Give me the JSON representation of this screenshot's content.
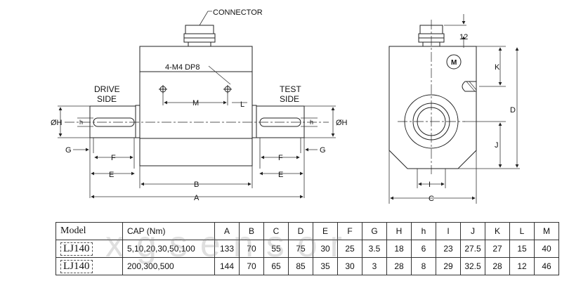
{
  "labels": {
    "connector": "CONNECTOR",
    "mounting": "4-M4 DP8",
    "drive_side_line1": "DRIVE",
    "drive_side_line2": "SIDE",
    "test_side_line1": "TEST",
    "test_side_line2": "SIDE",
    "motor_symbol": "M",
    "dim_12": "12"
  },
  "dimension_letters": {
    "A": "A",
    "B": "B",
    "C": "C",
    "D": "D",
    "E": "E",
    "F": "F",
    "G": "G",
    "H": "ØH",
    "h": "h",
    "I": "I",
    "J": "J",
    "K": "K",
    "L": "L",
    "M": "M"
  },
  "table": {
    "headers": [
      "Model",
      "CAP (Nm)",
      "A",
      "B",
      "C",
      "D",
      "E",
      "F",
      "G",
      "H",
      "h",
      "I",
      "J",
      "K",
      "L",
      "M"
    ],
    "rows": [
      [
        "LJ140",
        "5,10,20,30,50,100",
        "133",
        "70",
        "55",
        "75",
        "30",
        "25",
        "3.5",
        "18",
        "6",
        "23",
        "27.5",
        "27",
        "15",
        "40"
      ],
      [
        "LJ140",
        "200,300,500",
        "144",
        "70",
        "65",
        "85",
        "35",
        "30",
        "3",
        "28",
        "8",
        "29",
        "32.5",
        "28",
        "12",
        "46"
      ]
    ]
  },
  "watermark": "xgsensor",
  "colors": {
    "line": "#222222",
    "dim": "#333333"
  }
}
